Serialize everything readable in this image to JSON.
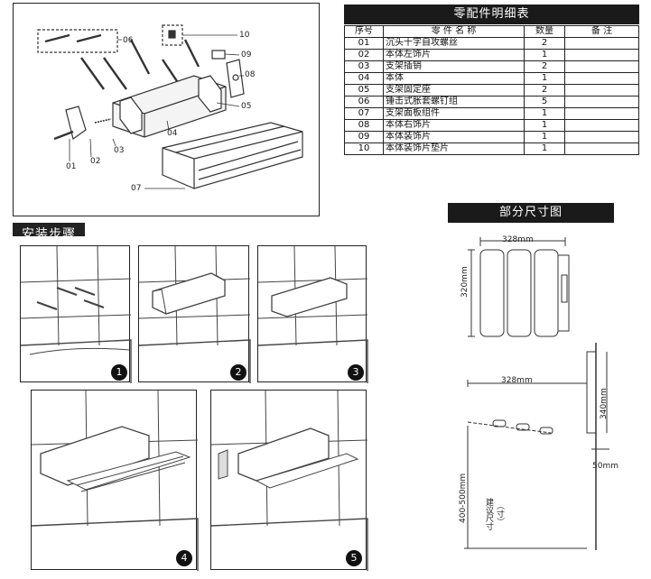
{
  "parts_table": {
    "title": "零配件明细表",
    "headers": {
      "no": "序号",
      "name": "零 件 名 称",
      "qty": "数量",
      "note": "备  注"
    },
    "rows": [
      {
        "no": "01",
        "name": "沉头十字自攻螺丝",
        "qty": "2",
        "note": ""
      },
      {
        "no": "02",
        "name": "本体左饰片",
        "qty": "1",
        "note": ""
      },
      {
        "no": "03",
        "name": "支架插销",
        "qty": "2",
        "note": ""
      },
      {
        "no": "04",
        "name": "本体",
        "qty": "1",
        "note": ""
      },
      {
        "no": "05",
        "name": "支架固定座",
        "qty": "2",
        "note": ""
      },
      {
        "no": "06",
        "name": "锤击式胀套螺钉组",
        "qty": "5",
        "note": ""
      },
      {
        "no": "07",
        "name": "支架面板组件",
        "qty": "1",
        "note": ""
      },
      {
        "no": "08",
        "name": "本体右饰片",
        "qty": "1",
        "note": ""
      },
      {
        "no": "09",
        "name": "本体装饰片",
        "qty": "1",
        "note": ""
      },
      {
        "no": "10",
        "name": "本体装饰片垫片",
        "qty": "1",
        "note": ""
      }
    ]
  },
  "exploded_view": {
    "callouts": [
      "06",
      "10",
      "09",
      "08",
      "05",
      "04",
      "03",
      "02",
      "01",
      "07"
    ]
  },
  "install": {
    "title": "安装步骤",
    "steps": [
      "1",
      "2",
      "3",
      "4",
      "5"
    ]
  },
  "dimensions": {
    "title": "部分尺寸图",
    "top_width": "328mm",
    "top_height": "320mm",
    "side_width": "328mm",
    "side_height": "340mm",
    "side_depth": "50mm",
    "mount_height": "400-500mm",
    "mount_note": "建议尺寸",
    "mount_note_paren": "（寸）"
  }
}
